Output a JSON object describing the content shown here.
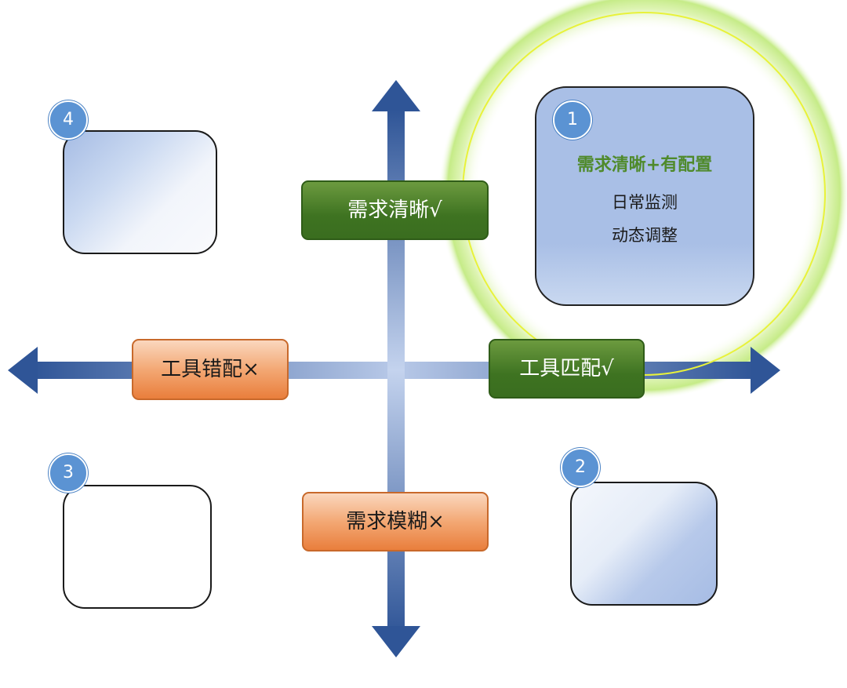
{
  "axes": {
    "top_label": "需求清晰√",
    "right_label": "工具匹配√",
    "left_label": "工具错配×",
    "bottom_label": "需求模糊×"
  },
  "quadrants": [
    {
      "number": "1",
      "heading": "需求清晰+有配置",
      "lines": [
        "日常监测",
        "动态调整"
      ],
      "highlighted": true
    },
    {
      "number": "2"
    },
    {
      "number": "3"
    },
    {
      "number": "4"
    }
  ],
  "colors": {
    "arrow": "#2f5597",
    "green_label": "#3e7321",
    "orange_label": "#f3a874",
    "badge": "#5b93d3",
    "highlight_glow": "#c8f08a"
  }
}
